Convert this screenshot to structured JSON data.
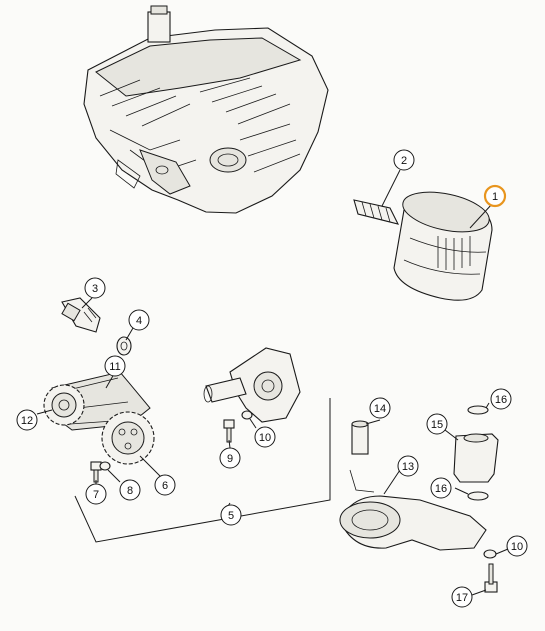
{
  "diagram": {
    "highlight_color": "#e8951e",
    "callouts": [
      {
        "id": "c1",
        "label": "1",
        "highlighted": true
      },
      {
        "id": "c2",
        "label": "2"
      },
      {
        "id": "c3",
        "label": "3"
      },
      {
        "id": "c4",
        "label": "4"
      },
      {
        "id": "c5",
        "label": "5"
      },
      {
        "id": "c6",
        "label": "6"
      },
      {
        "id": "c7",
        "label": "7"
      },
      {
        "id": "c8",
        "label": "8"
      },
      {
        "id": "c9",
        "label": "9"
      },
      {
        "id": "c10a",
        "label": "10"
      },
      {
        "id": "c10b",
        "label": "10"
      },
      {
        "id": "c11",
        "label": "11"
      },
      {
        "id": "c12",
        "label": "12"
      },
      {
        "id": "c13",
        "label": "13"
      },
      {
        "id": "c14",
        "label": "14"
      },
      {
        "id": "c15",
        "label": "15"
      },
      {
        "id": "c16a",
        "label": "16"
      },
      {
        "id": "c16b",
        "label": "16"
      },
      {
        "id": "c17",
        "label": "17"
      }
    ]
  }
}
